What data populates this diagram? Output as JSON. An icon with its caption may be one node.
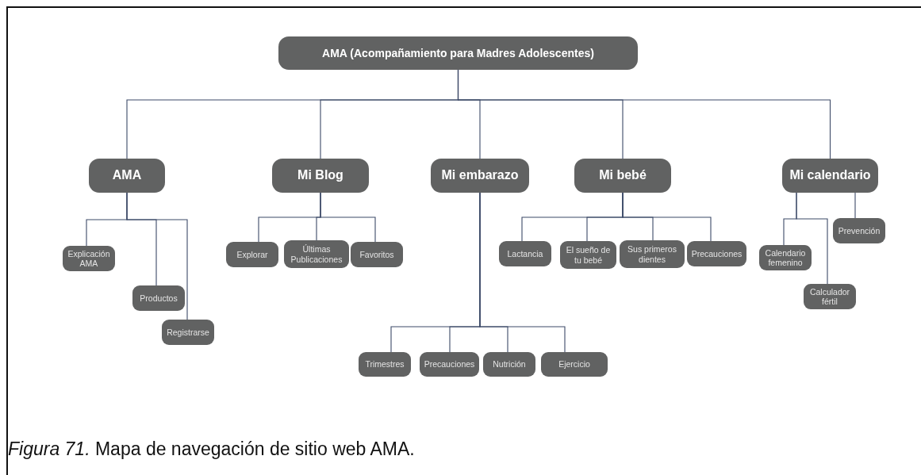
{
  "diagram": {
    "caption": "*Figura 71.* Mapa de navegación de sitio web AMA.",
    "nodes": [
      {
        "text": [
          "AMA (Acompañamiento para Madres Adolescentes)"
        ]
      },
      {
        "text": [
          "AMA"
        ]
      },
      {
        "text": [
          "Mi Blog"
        ]
      },
      {
        "text": [
          "Mi embarazo"
        ]
      },
      {
        "text": [
          "Mi bebé"
        ]
      },
      {
        "text": [
          "Mi calendario"
        ]
      },
      {
        "text": [
          "Explicación AMA"
        ]
      },
      {
        "text": [
          "Productos"
        ]
      },
      {
        "text": [
          "Registrarse"
        ]
      },
      {
        "text": [
          "Explorar"
        ]
      },
      {
        "text": [
          "Últimas Publicaciones"
        ]
      },
      {
        "text": [
          "Favoritos"
        ]
      },
      {
        "text": [
          "Trimestres"
        ]
      },
      {
        "text": [
          "Precauciones"
        ]
      },
      {
        "text": [
          "Nutrición"
        ]
      },
      {
        "text": [
          "Ejercicio"
        ]
      },
      {
        "text": [
          "Lactancia"
        ]
      },
      {
        "text": [
          "El sueño de tu bebé"
        ]
      },
      {
        "text": [
          "Sus primeros dientes"
        ]
      },
      {
        "text": [
          "Precauciones"
        ]
      },
      {
        "text": [
          "Calendario femenino"
        ]
      },
      {
        "text": [
          "Calculador fértil"
        ]
      },
      {
        "text": [
          "Prevención"
        ]
      }
    ],
    "edges": [
      {
        "from": 0,
        "to": 1,
        "arrow": "none"
      },
      {
        "from": 0,
        "to": 2,
        "arrow": "none"
      },
      {
        "from": 0,
        "to": 3,
        "arrow": "none"
      },
      {
        "from": 0,
        "to": 4,
        "arrow": "none"
      },
      {
        "from": 0,
        "to": 5,
        "arrow": "none"
      },
      {
        "from": 1,
        "to": 6,
        "arrow": "none"
      },
      {
        "from": 1,
        "to": 7,
        "arrow": "none"
      },
      {
        "from": 1,
        "to": 8,
        "arrow": "none"
      },
      {
        "from": 2,
        "to": 9,
        "arrow": "none"
      },
      {
        "from": 2,
        "to": 10,
        "arrow": "none"
      },
      {
        "from": 2,
        "to": 11,
        "arrow": "none"
      },
      {
        "from": 3,
        "to": 12,
        "arrow": "none"
      },
      {
        "from": 3,
        "to": 13,
        "arrow": "none"
      },
      {
        "from": 3,
        "to": 14,
        "arrow": "none"
      },
      {
        "from": 3,
        "to": 15,
        "arrow": "none"
      },
      {
        "from": 4,
        "to": 16,
        "arrow": "none"
      },
      {
        "from": 4,
        "to": 17,
        "arrow": "none"
      },
      {
        "from": 4,
        "to": 18,
        "arrow": "none"
      },
      {
        "from": 4,
        "to": 19,
        "arrow": "none"
      },
      {
        "from": 5,
        "to": 20,
        "arrow": "none"
      },
      {
        "from": 5,
        "to": 21,
        "arrow": "none"
      },
      {
        "from": 5,
        "to": 22,
        "arrow": "none"
      }
    ]
  }
}
